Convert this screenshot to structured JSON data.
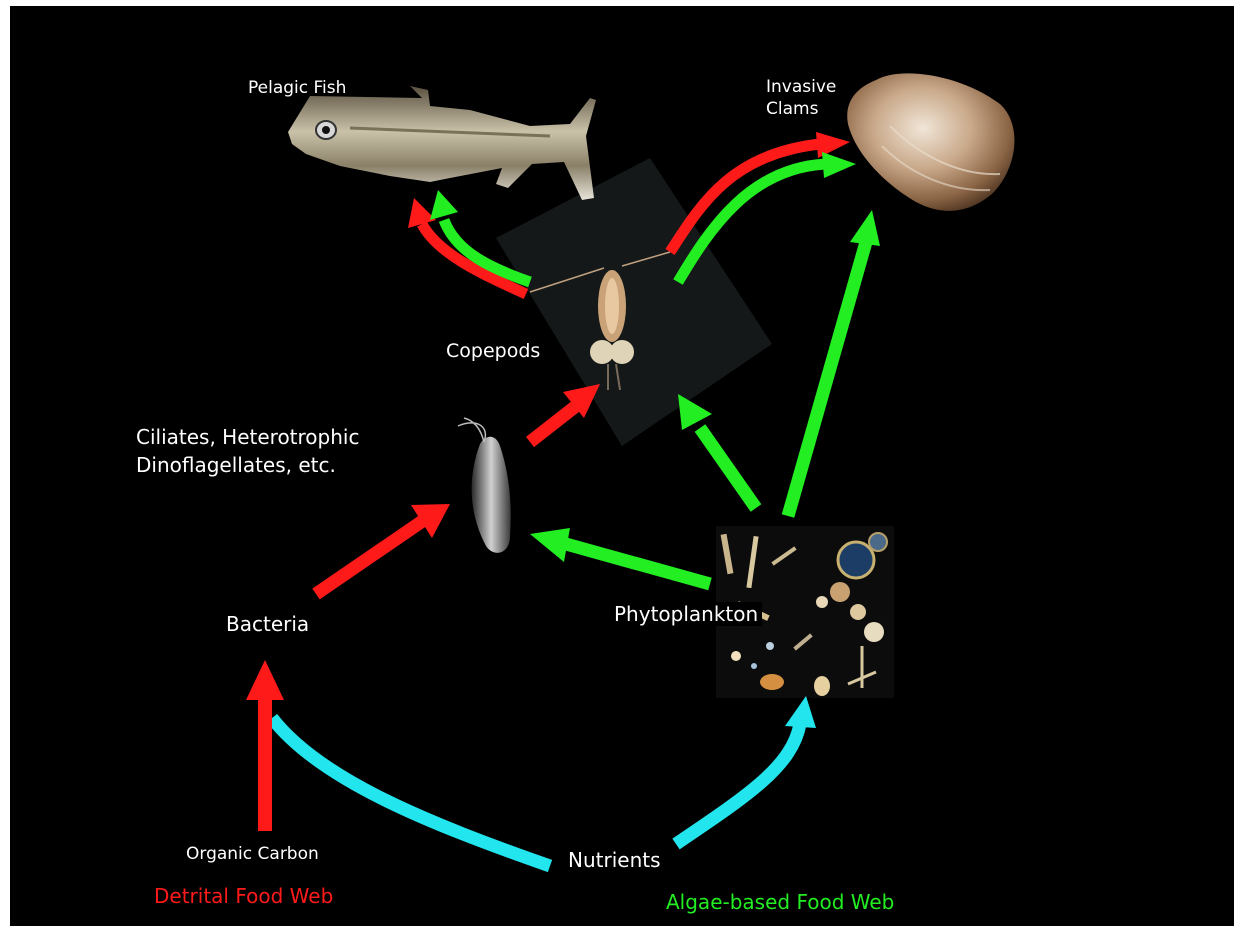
{
  "labels": {
    "pelagic_fish": "Pelagic Fish",
    "invasive_clams": "Invasive\nClams",
    "copepods": "Copepods",
    "ciliates": "Ciliates, Heterotrophic\nDinoflagellates, etc.",
    "bacteria": "Bacteria",
    "phytoplankton": "Phytoplankton",
    "organic_carbon": "Organic Carbon",
    "nutrients": "Nutrients"
  },
  "legend": {
    "detrital": "Detrital Food Web",
    "algae": "Algae-based Food Web"
  },
  "colors": {
    "background": "#000000",
    "detrital_arrow": "#ff1a1a",
    "algae_arrow": "#22ee22",
    "nutrient_arrow": "#22e5ee",
    "text": "#ffffff"
  }
}
